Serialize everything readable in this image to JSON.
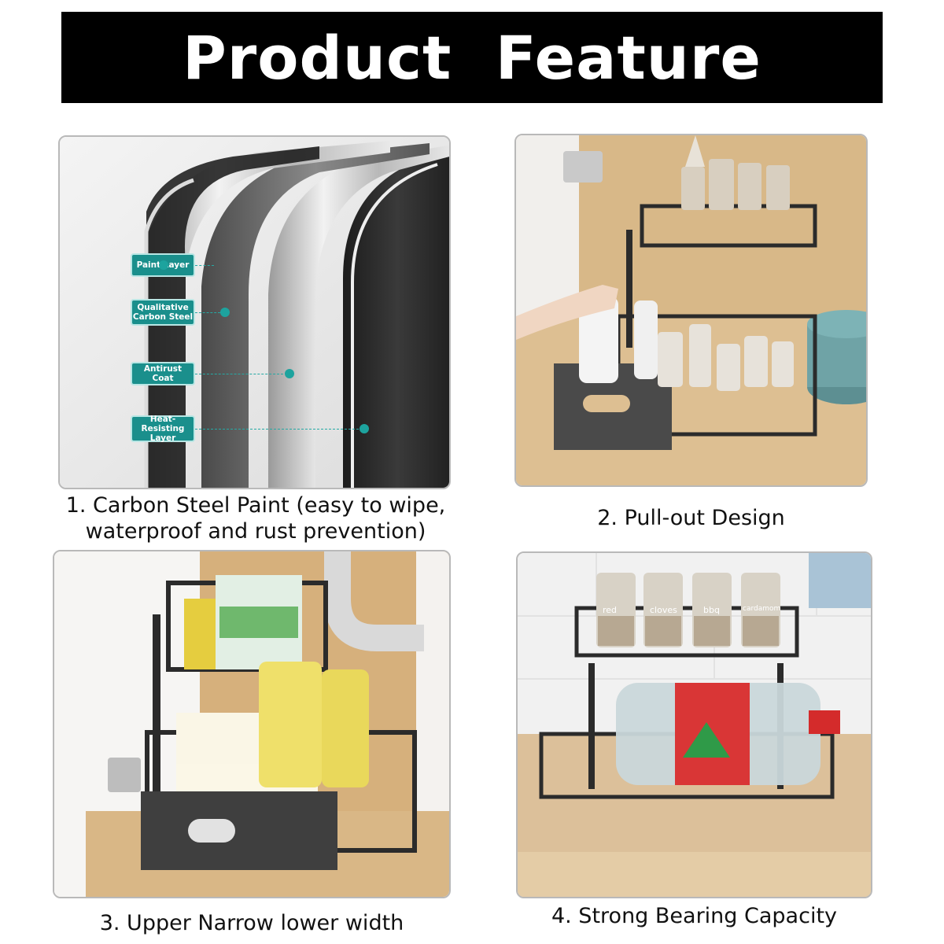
{
  "header": {
    "title": "Product  Feature"
  },
  "features": [
    {
      "caption_line1": "1. Carbon Steel Paint (easy to wipe,",
      "caption_line2": "waterproof and rust prevention)",
      "layers": [
        "Paint Layer",
        "Qualitative Carbon Steel",
        "Antirust Coat",
        "Heat-Resisting Layer"
      ]
    },
    {
      "caption": "2. Pull-out Design"
    },
    {
      "caption": "3. Upper Narrow lower width"
    },
    {
      "caption": "4. Strong Bearing Capacity",
      "jar_labels": [
        "red",
        "cloves",
        "bbq",
        "cardamom"
      ]
    }
  ],
  "colors": {
    "banner": "#000000",
    "accent": "#1a8f8c",
    "wood": "#d9b98c",
    "rack": "#2b2b2b"
  }
}
